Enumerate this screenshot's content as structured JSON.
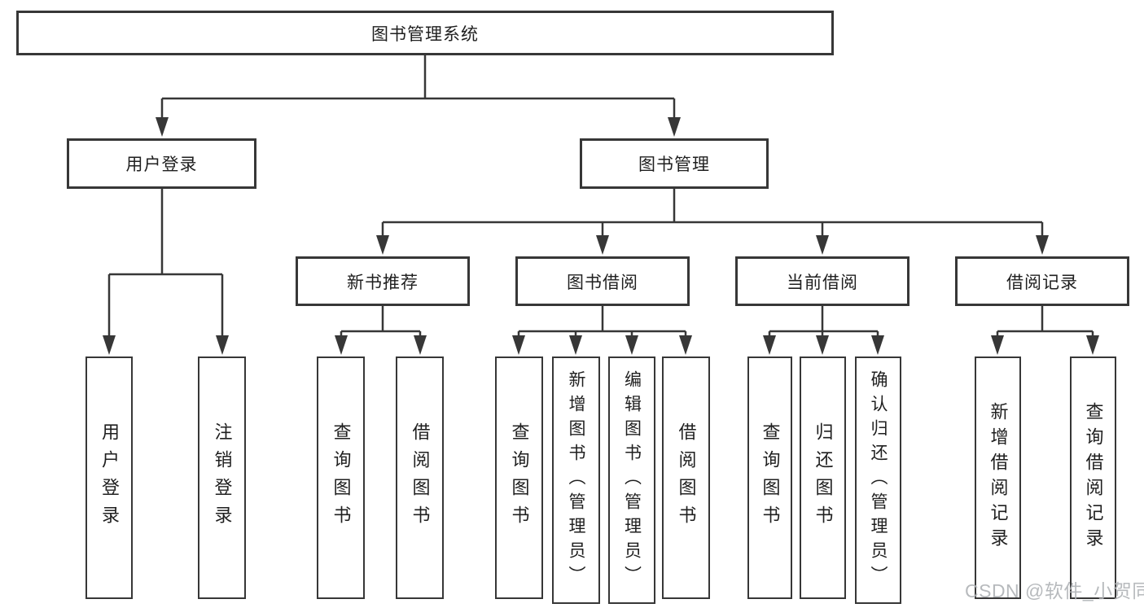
{
  "tree": {
    "root": {
      "label": "图书管理系统"
    },
    "level2": [
      {
        "label": "用户登录",
        "children": [
          {
            "label": "用户登录"
          },
          {
            "label": "注销登录"
          }
        ]
      },
      {
        "label": "图书管理",
        "children": [
          {
            "label": "新书推荐",
            "children": [
              {
                "label": "查询图书"
              },
              {
                "label": "借阅图书"
              }
            ]
          },
          {
            "label": "图书借阅",
            "children": [
              {
                "label": "查询图书"
              },
              {
                "label": "新增图书（管理员）"
              },
              {
                "label": "编辑图书（管理员）"
              },
              {
                "label": "借阅图书"
              }
            ]
          },
          {
            "label": "当前借阅",
            "children": [
              {
                "label": "查询图书"
              },
              {
                "label": "归还图书"
              },
              {
                "label": "确认归还（管理员）"
              }
            ]
          },
          {
            "label": "借阅记录",
            "children": [
              {
                "label": "新增借阅记录"
              },
              {
                "label": "查询借阅记录"
              }
            ]
          }
        ]
      }
    ]
  },
  "watermark": {
    "text": "CSDN @软件_小贺同学"
  },
  "colors": {
    "line": "#373737",
    "text": "#1f1f1f",
    "background": "#ffffff",
    "watermark": "#b0b3b6"
  }
}
